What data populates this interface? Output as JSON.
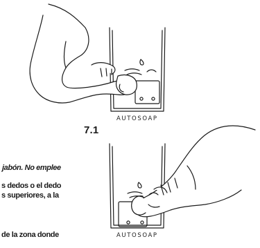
{
  "figures": [
    {
      "number": "7.1",
      "brand": "AUTOSOAP"
    },
    {
      "brand": "AUTOSOAP"
    }
  ],
  "text_fragments": [
    "jabón. No emplee",
    "s dedos o el dedo",
    "s superiores, a la",
    "de la zona donde"
  ]
}
